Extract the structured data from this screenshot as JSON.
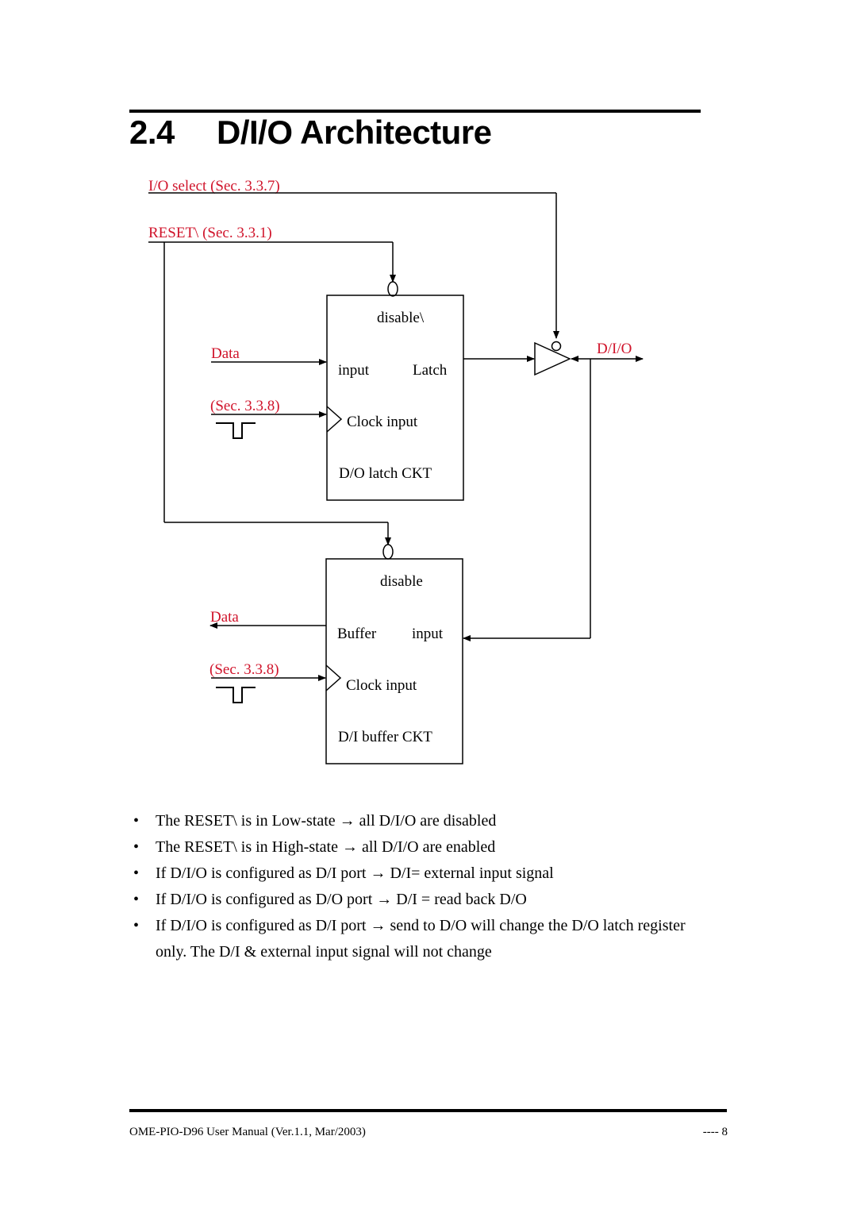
{
  "section": {
    "number": "2.4",
    "title": "D/I/O Architecture"
  },
  "diagram": {
    "io_select": "I/O select (Sec. 3.3.7)",
    "reset": "RESET\\ (Sec. 3.3.1)",
    "latch_block": {
      "disable": "disable\\",
      "input": "input",
      "latch": "Latch",
      "clock": "Clock input",
      "name": "D/O latch CKT"
    },
    "buffer_block": {
      "disable": "disable",
      "buffer": "Buffer",
      "input": "input",
      "clock": "Clock input",
      "name": "D/I buffer CKT"
    },
    "data_in": "Data",
    "data_out": "Data",
    "sec_top": "(Sec. 3.3.8)",
    "sec_bottom": "(Sec. 3.3.8)",
    "dio": "D/I/O",
    "label_color": "#d0142b"
  },
  "bullets": [
    "The RESET\\ is in Low-state → all D/I/O are disabled",
    "The RESET\\ is in High-state → all D/I/O are enabled",
    "If D/I/O is configured as D/I port → D/I= external input signal",
    "If D/I/O is configured as D/O port → D/I = read back D/O",
    "If D/I/O is configured as D/I port → send to D/O will change the D/O latch register only. The D/I & external input signal will not change"
  ],
  "bullet_symbol": "•",
  "footer": {
    "text": "OME-PIO-D96 User Manual (Ver.1.1, Mar/2003)",
    "page": "----  8"
  }
}
